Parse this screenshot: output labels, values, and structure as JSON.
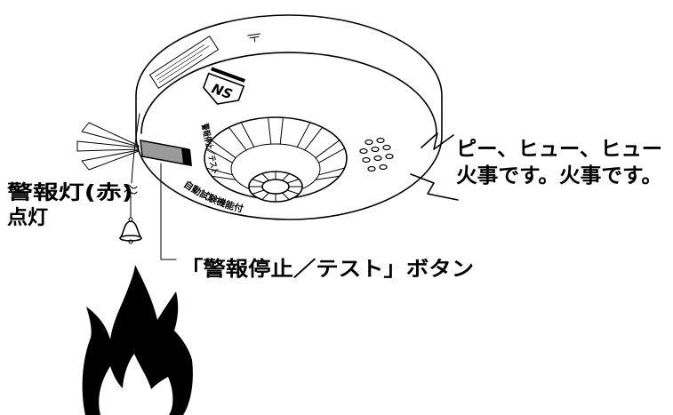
{
  "callouts": {
    "sound_line1": "ピー、ヒュー、ヒュー",
    "sound_line2": "火事です。火事です。",
    "lamp_line1": "警報灯(赤)",
    "lamp_line2": "点灯",
    "button_label": "「警報停止／テスト」ボタン"
  },
  "device": {
    "logo": "NS",
    "button_marking": "警報停止／テスト",
    "edge_marking": "自動試験機能付"
  },
  "colors": {
    "line": "#000000",
    "lamp": "#9a9a9a",
    "flame": "#000000",
    "background": "#ffffff"
  }
}
